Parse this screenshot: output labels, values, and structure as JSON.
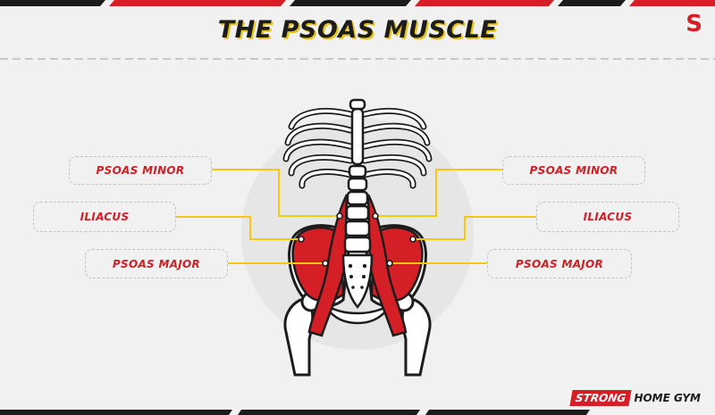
{
  "title": "THE PSOAS MUSCLE",
  "logo_mark": "S",
  "brand": {
    "strong": "STRONG",
    "rest": "HOME GYM"
  },
  "labels": {
    "psoas_minor_left": "PSOAS MINOR",
    "iliacus_left": "ILIACUS",
    "psoas_major_left": "PSOAS MAJOR",
    "psoas_minor_right": "PSOAS MINOR",
    "iliacus_right": "ILIACUS",
    "psoas_major_right": "PSOAS MAJOR"
  },
  "colors": {
    "accent_red": "#d41f26",
    "leader_yellow": "#f2c811",
    "text_dark": "#1c1c1c",
    "background": "#f1f1f1"
  }
}
